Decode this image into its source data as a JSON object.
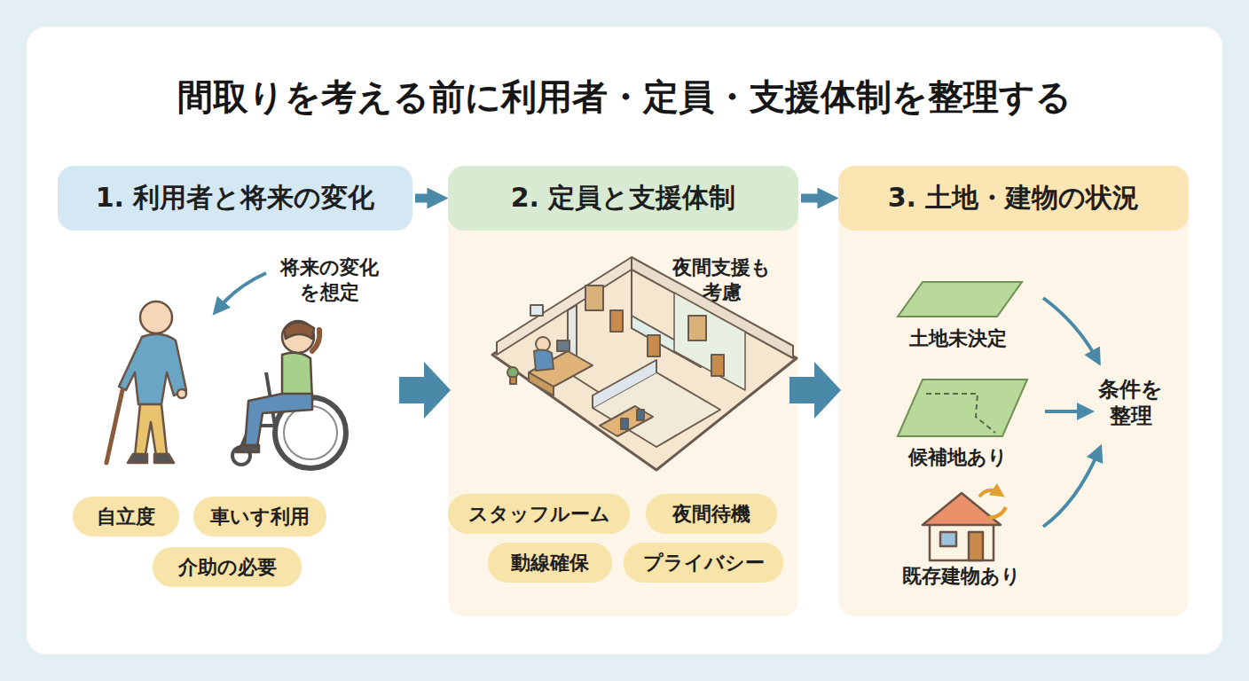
{
  "diagram": {
    "title": "間取りを考える前に利用者・定員・支援体制を整理する",
    "nodes": [
      {
        "text": [
          "1. 利用者と将来の変化"
        ]
      },
      {
        "text": [
          "2. 定員と支援体制"
        ]
      },
      {
        "text": [
          "3. 土地・建物の状況"
        ]
      },
      {
        "text": [
          "自立度"
        ]
      },
      {
        "text": [
          "車いす利用"
        ]
      },
      {
        "text": [
          "介助の必要"
        ]
      },
      {
        "text": [
          "スタッフルーム"
        ]
      },
      {
        "text": [
          "夜間待機"
        ]
      },
      {
        "text": [
          "動線確保"
        ]
      },
      {
        "text": [
          "プライバシー"
        ]
      }
    ],
    "edges": [
      {
        "from": 0,
        "to": 1,
        "arrow": "to"
      },
      {
        "from": 1,
        "to": 2,
        "arrow": "to"
      }
    ],
    "labels": [
      "将来の変化を想定",
      "夜間支援も考慮",
      "土地未決定",
      "候補地あり",
      "既存建物あり",
      "条件を整理"
    ]
  }
}
